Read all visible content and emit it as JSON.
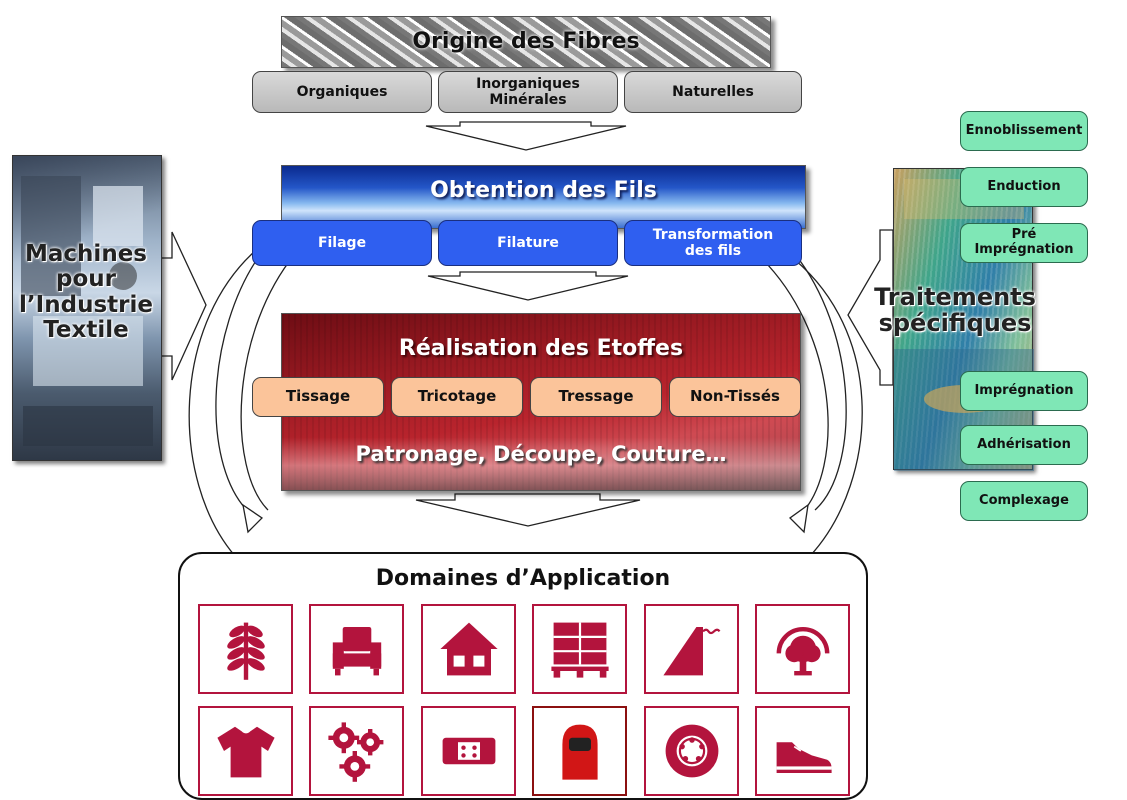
{
  "fibres": {
    "title": "Origine des Fibres",
    "items": [
      "Organiques",
      "Inorganiques\nMinérales",
      "Naturelles"
    ]
  },
  "fils": {
    "title": "Obtention des Fils",
    "items": [
      "Filage",
      "Filature",
      "Transformation\ndes fils"
    ]
  },
  "etoffes": {
    "title": "Réalisation des Etoffes",
    "items": [
      "Tissage",
      "Tricotage",
      "Tressage",
      "Non-Tissés"
    ],
    "subtitle": "Patronage, Découpe, Couture…"
  },
  "machines": {
    "label": "Machines\npour\nl’Industrie\nTextile"
  },
  "traitements": {
    "label": "Traitements\nspécifiques",
    "items": [
      "Ennoblissement",
      "Enduction",
      "Pré Imprégnation",
      "Imprégnation",
      "Adhérisation",
      "Complexage"
    ]
  },
  "domaines": {
    "title": "Domaines d’Application",
    "icons": [
      "wheat-icon",
      "armchair-icon",
      "house-icon",
      "pallet-icon",
      "dam-icon",
      "tree-icon",
      "tshirt-icon",
      "gears-icon",
      "bandage-icon",
      "hood-icon",
      "tire-icon",
      "shoe-icon"
    ]
  },
  "colors": {
    "accent": "#b3143d",
    "green": "#7fe7b6",
    "peach": "#fbc49a",
    "blue": "#2f5ff0",
    "gray": "#c8c8c8"
  }
}
